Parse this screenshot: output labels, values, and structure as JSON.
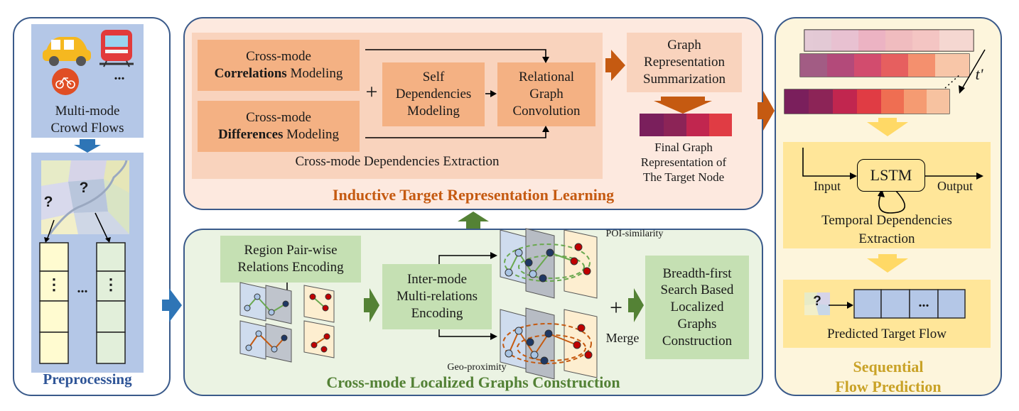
{
  "preprocessing": {
    "flows_label_1": "Multi-mode",
    "flows_label_2": "Crowd Flows",
    "ellipsis": "...",
    "qmark": "?",
    "vdots": "⋮",
    "title": "Preprocessing"
  },
  "inductive": {
    "correlations_1": "Cross-mode",
    "correlations_bold": "Correlations",
    "correlations_tail": " Modeling",
    "differences_1": "Cross-mode",
    "differences_bold": "Differences",
    "differences_tail": " Modeling",
    "plus": "+",
    "self_1": "Self",
    "self_2": "Dependencies",
    "self_3": "Modeling",
    "rgc_1": "Relational",
    "rgc_2": "Graph",
    "rgc_3": "Convolution",
    "extraction": "Cross-mode Dependencies Extraction",
    "summ_1": "Graph",
    "summ_2": "Representation",
    "summ_3": "Summarization",
    "final_1": "Final Graph",
    "final_2": "Representation of",
    "final_3": "The Target Node",
    "title": "Inductive Target Representation Learning"
  },
  "localized": {
    "region_1": "Region Pair-wise",
    "region_2": "Relations Encoding",
    "inter_1": "Inter-mode",
    "inter_2": "Multi-relations",
    "inter_3": "Encoding",
    "poi": "POI-similarity",
    "geo": "Geo-proximity",
    "plus": "+",
    "merge": "Merge",
    "bfs_1": "Breadth-first",
    "bfs_2": "Search Based",
    "bfs_3": "Localized",
    "bfs_4": "Graphs",
    "bfs_5": "Construction",
    "title": "Cross-mode Localized Graphs Construction"
  },
  "sequential": {
    "t_prime": "t'",
    "lstm": "LSTM",
    "input": "Input",
    "output": "Output",
    "temporal_1": "Temporal Dependencies",
    "temporal_2": "Extraction",
    "ellipsis": "...",
    "qmark": "?",
    "predicted": "Predicted Target Flow",
    "title_1": "Sequential",
    "title_2": "Flow Prediction"
  },
  "colors": {
    "blue_panel": "#c9d6ee",
    "blue_box": "#a9bde3",
    "orange_panel": "#fbe9df",
    "orange_box": "#f5b48a",
    "orange_inner": "#fad2b8",
    "green_panel": "#e6f0dc",
    "green_box": "#c5e0b3",
    "yellow_panel": "#fdf6d8",
    "yellow_box": "#fde89a",
    "orange_title": "#c55a11",
    "green_title": "#538135",
    "blue_title": "#2f5597",
    "gold_title": "#c9a227",
    "arrow_blue": "#2e75b6",
    "arrow_orange": "#c55a11",
    "arrow_green": "#548235",
    "arrow_yellow": "#ffd966"
  }
}
